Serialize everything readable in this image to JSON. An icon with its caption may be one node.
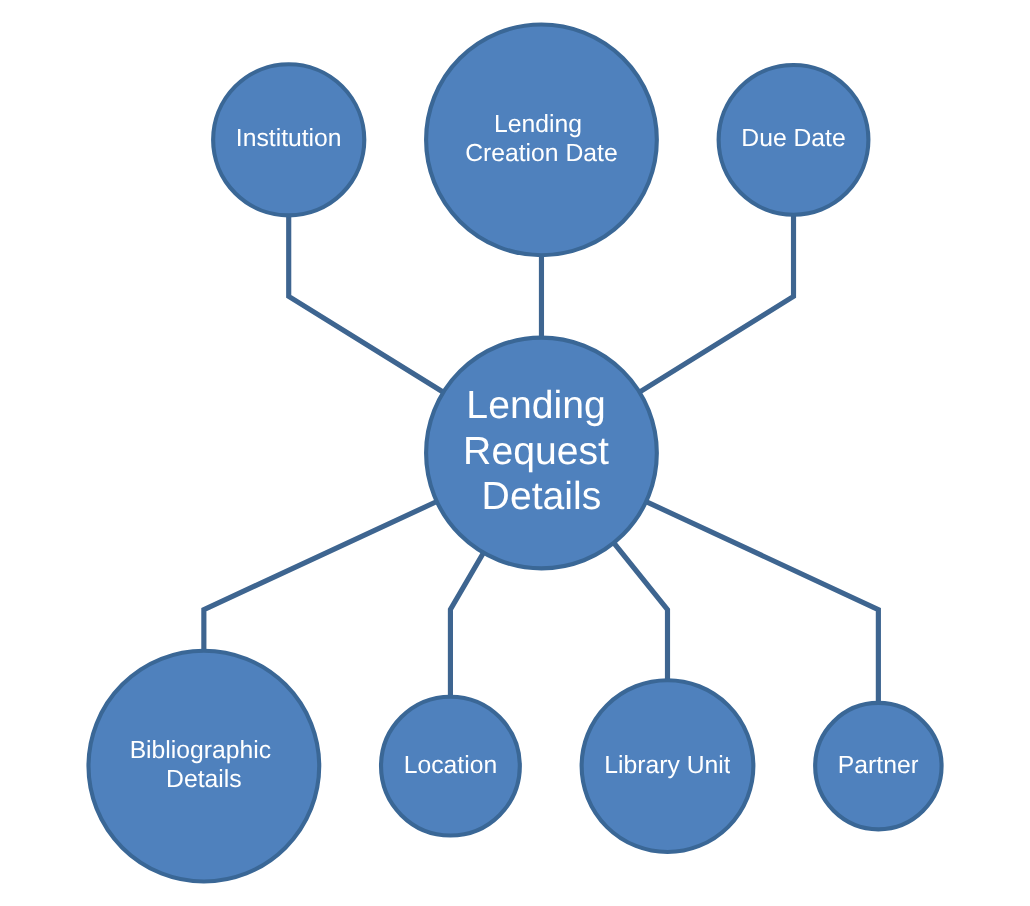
{
  "diagram": {
    "nodes": [
      {
        "text": [
          "Lending Creation Date"
        ]
      },
      {
        "text": [
          "Institution"
        ]
      },
      {
        "text": [
          "Due Date"
        ]
      },
      {
        "text": [
          "Lending Request Details"
        ]
      },
      {
        "text": [
          "Partner"
        ]
      },
      {
        "text": [
          "Bibliographic Details"
        ]
      },
      {
        "text": [
          "Library Unit"
        ]
      },
      {
        "text": [
          "Location"
        ]
      }
    ],
    "edges": [
      {
        "from": 1,
        "to": 3,
        "arrow": "none"
      },
      {
        "from": 0,
        "to": 3,
        "arrow": "none"
      },
      {
        "from": 2,
        "to": 3,
        "arrow": "none"
      },
      {
        "from": 3,
        "to": 5,
        "arrow": "none"
      },
      {
        "from": 3,
        "to": 7,
        "arrow": "none"
      },
      {
        "from": 3,
        "to": 6,
        "arrow": "none"
      },
      {
        "from": 3,
        "to": 4,
        "arrow": "none"
      }
    ]
  }
}
